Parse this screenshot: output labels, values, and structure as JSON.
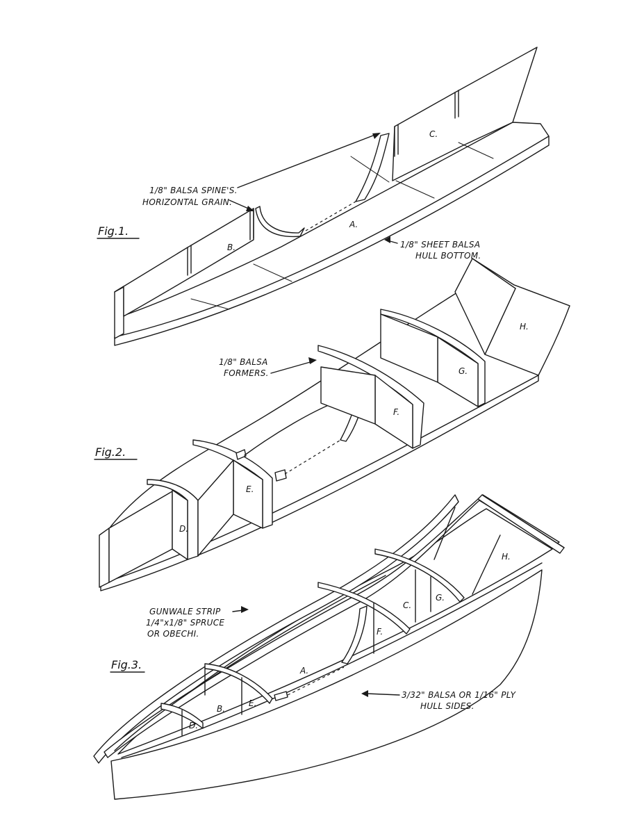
{
  "figures": {
    "fig1": {
      "title": "Fig.1.",
      "spine_label_line1": "1/8\" BALSA SPINE'S.",
      "spine_label_line2": "HORIZONTAL GRAIN.",
      "bottom_label_line1": "1/8\" SHEET BALSA",
      "bottom_label_line2": "HULL BOTTOM.",
      "parts": {
        "a": "A.",
        "b": "B.",
        "c": "C."
      }
    },
    "fig2": {
      "title": "Fig.2.",
      "formers_label_line1": "1/8\" BALSA",
      "formers_label_line2": "FORMERS.",
      "parts": {
        "d": "D.",
        "e": "E.",
        "f": "F.",
        "g": "G.",
        "h": "H."
      }
    },
    "fig3": {
      "title": "Fig.3.",
      "gunwale_label_line1": "GUNWALE STRIP",
      "gunwale_label_line2": "1/4\"x1/8\" SPRUCE",
      "gunwale_label_line3": "OR OBECHI.",
      "sides_label_line1": "3/32\" BALSA OR 1/16\" PLY",
      "sides_label_line2": "HULL SIDES.",
      "parts": {
        "a": "A.",
        "b": "B.",
        "c": "C.",
        "d": "D.",
        "e": "E.",
        "f": "F.",
        "g": "G.",
        "h": "H."
      }
    }
  }
}
